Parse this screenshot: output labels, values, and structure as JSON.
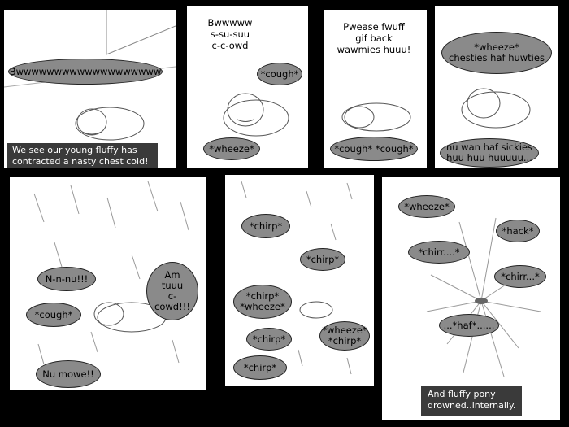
{
  "panels": [
    {
      "bubbles": [
        "Bwwwwwwwwwwwwwwwwwww"
      ],
      "caption": "We see our young fluffy has\ncontracted a nasty chest cold!"
    },
    {
      "speech": "Bwwwww\ns-su-suu\nc-c-owd",
      "bubbles": [
        "*cough*",
        "*wheeze*"
      ]
    },
    {
      "speech": "Pwease fwuff\ngif back\nwawmies huuu!",
      "bubbles": [
        "*cough* *cough*"
      ]
    },
    {
      "bubbles": [
        "*wheeze*\nchesties haf huwties",
        "nu wan haf sickies\nhuu huu huuuuu..."
      ]
    },
    {
      "bubbles": [
        "N-n-nu!!!",
        "Am\ntuuu\nc-cowd!!!",
        "*cough*",
        "Nu mowe!!"
      ]
    },
    {
      "bubbles": [
        "*chirp*",
        "*chirp*",
        "*chirp*\n*wheeze*",
        "*wheeze*\n*chirp*",
        "*chirp*",
        "*chirp*"
      ]
    },
    {
      "bubbles": [
        "*wheeze*",
        "*hack*",
        "*chirr....*",
        "*chirr...*",
        "...*haf*......"
      ],
      "caption": "And fluffy pony\ndrowned..internally."
    }
  ]
}
